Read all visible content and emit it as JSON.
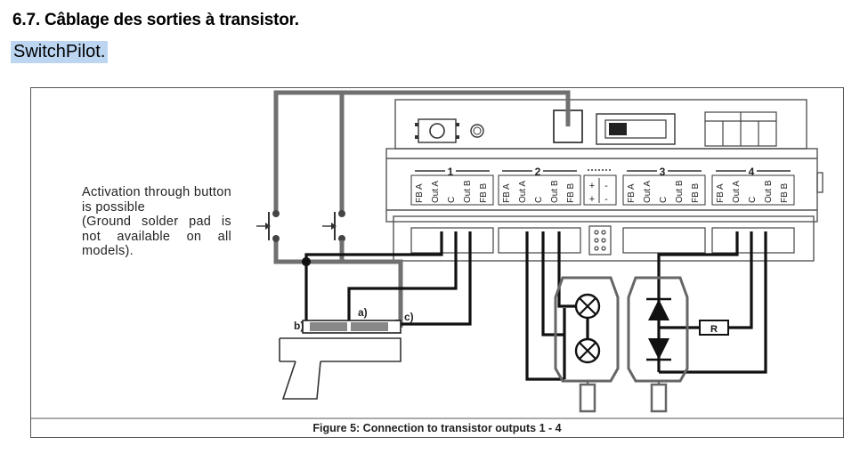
{
  "heading": "6.7. Câblage des sorties à transistor.",
  "subheading": "SwitchPilot.",
  "figure": {
    "note_line1": "Activation through button is possible",
    "note_line2": "(Ground solder pad is not available on all models).",
    "caption": "Figure 5: Connection to transistor outputs 1 - 4",
    "terminal_groups": [
      "1",
      "2",
      "3",
      "4"
    ],
    "terminal_labels": [
      "FB A",
      "Out A",
      "C",
      "Out B",
      "FB B"
    ],
    "power_labels": [
      "+",
      "-",
      "+",
      "-"
    ],
    "label_a": "a)",
    "label_b": "b)",
    "label_c": "c)",
    "resistor_label": "R"
  }
}
